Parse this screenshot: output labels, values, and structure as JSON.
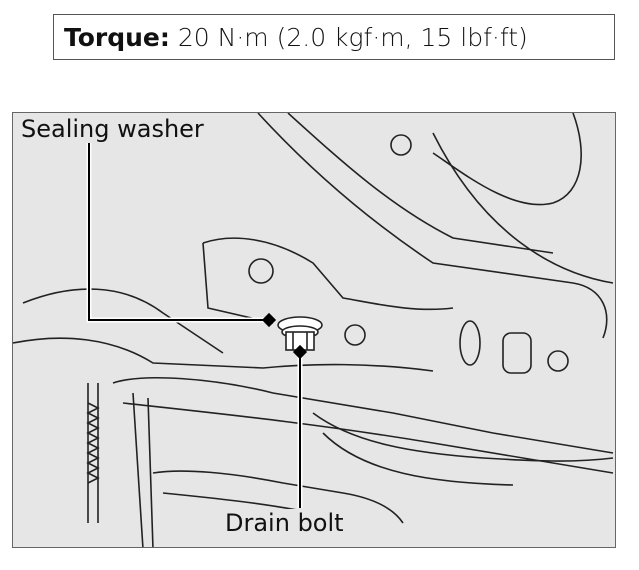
{
  "spec": {
    "torque_label": "Torque:",
    "torque_value": "20 N·m (2.0 kgf·m, 15 lbf·ft)"
  },
  "figure": {
    "labels": {
      "sealing_washer": "Sealing washer",
      "drain_bolt": "Drain bolt"
    }
  }
}
